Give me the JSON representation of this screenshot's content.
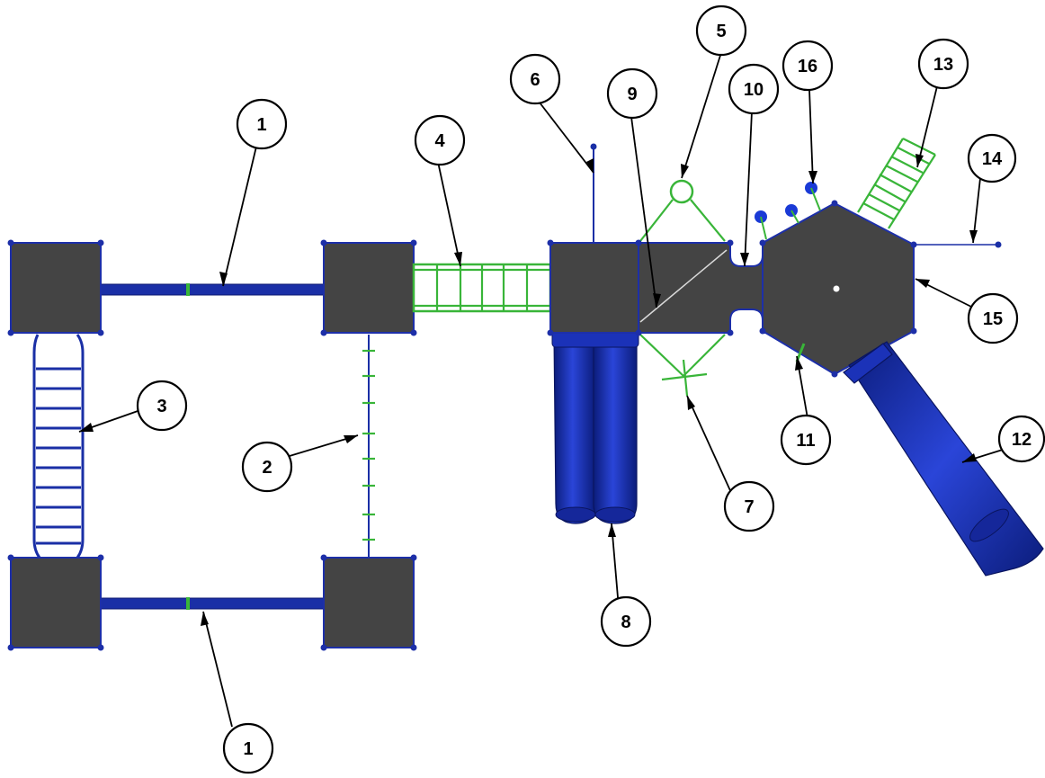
{
  "colors": {
    "deck": "#444444",
    "frame_blue": "#1a2fa6",
    "accessory_green": "#39b539",
    "callout_outline": "#000000"
  },
  "callouts": {
    "c1_top": "1",
    "c1_bottom": "1",
    "c2": "2",
    "c3": "3",
    "c4": "4",
    "c5": "5",
    "c6": "6",
    "c7": "7",
    "c8": "8",
    "c9": "9",
    "c10": "10",
    "c11": "11",
    "c12": "12",
    "c13": "13",
    "c14": "14",
    "c15": "15",
    "c16": "16"
  }
}
